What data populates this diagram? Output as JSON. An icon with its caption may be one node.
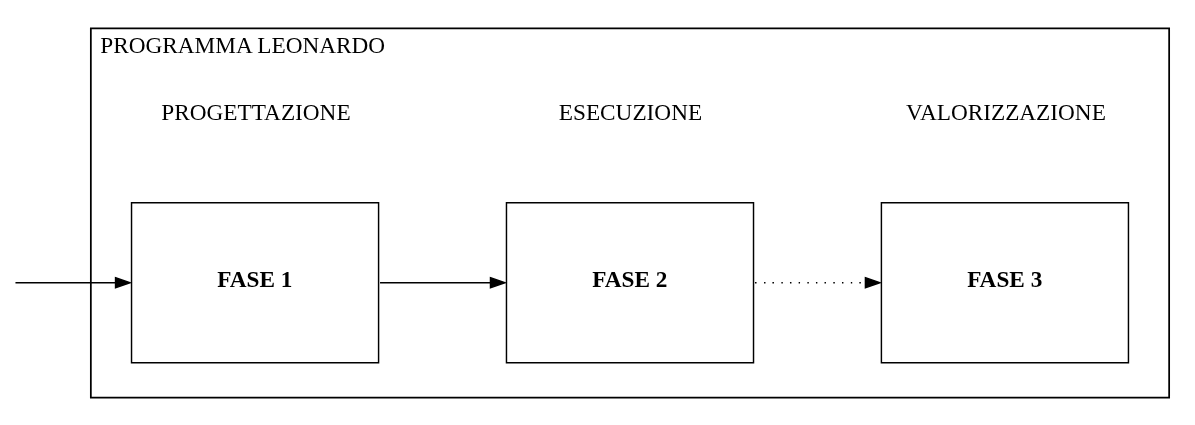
{
  "diagram": {
    "nodes": [
      {
        "text": [
          "PROGRAMMA LEONARDO"
        ]
      },
      {
        "text": [
          "FASE 1"
        ],
        "in": 0,
        "beside": [
          "PROGETTAZIONE"
        ]
      },
      {
        "text": [
          "FASE 2"
        ],
        "in": 0,
        "beside": [
          "ESECUZIONE"
        ]
      },
      {
        "text": [
          "FASE 3"
        ],
        "in": 0,
        "beside": [
          "VALORIZZAZIONE"
        ]
      }
    ],
    "edges": [
      {
        "from": null,
        "to": 1,
        "arrow": "to"
      },
      {
        "from": 1,
        "to": 2,
        "arrow": "to"
      },
      {
        "from": 2,
        "to": 3,
        "arrow": "to",
        "style": "dashed"
      }
    ]
  }
}
